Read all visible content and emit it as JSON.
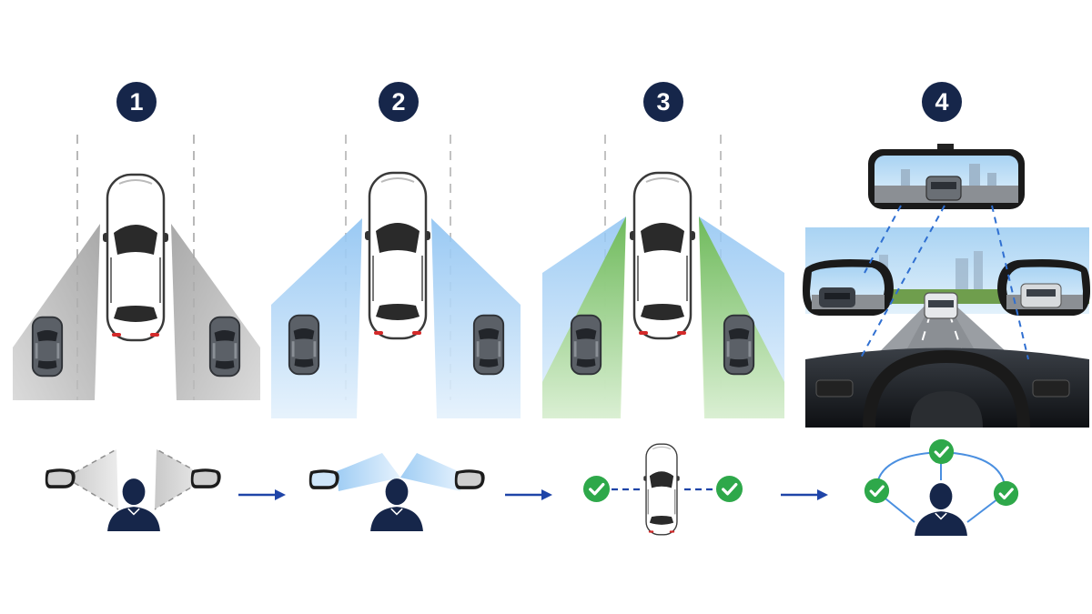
{
  "steps": [
    {
      "number": "1"
    },
    {
      "number": "2"
    },
    {
      "number": "3"
    },
    {
      "number": "4"
    }
  ],
  "colors": {
    "badge": "#16264a",
    "arrow": "#1f45a8",
    "blind_spot_gray": "#8f8f8f",
    "mirror_view_blue": "#8ec3f2",
    "coverage_green": "#69b84a",
    "check_green": "#2ea84a",
    "person_navy": "#16264a"
  },
  "icons": [
    "car-top-view-icon",
    "side-mirror-icon",
    "rearview-mirror-icon",
    "person-icon",
    "check-circle-icon",
    "arrow-right-icon",
    "steering-wheel-icon"
  ]
}
